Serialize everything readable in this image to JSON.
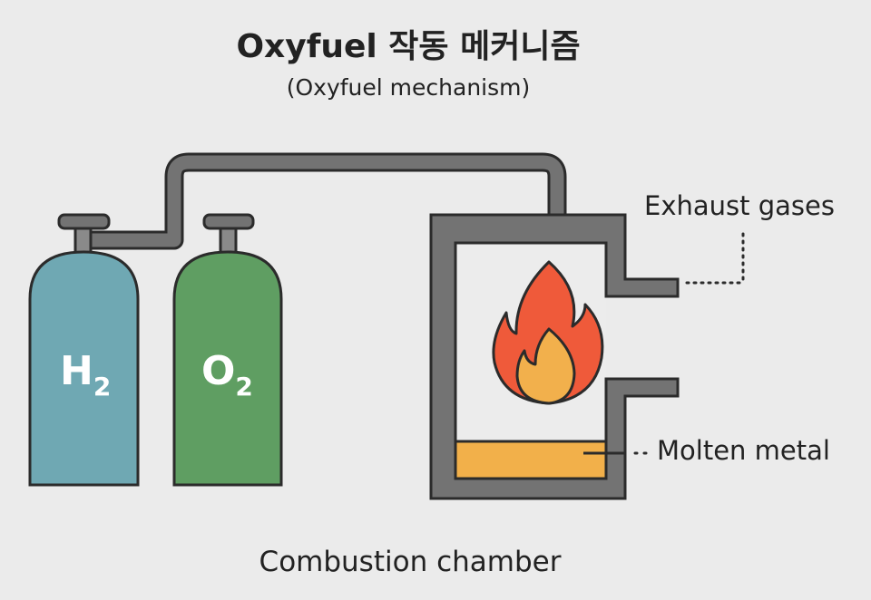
{
  "title": "Oxyfuel 작동 메커니즘",
  "subtitle": "(Oxyfuel mechanism)",
  "tanks": [
    {
      "symbol": "H",
      "subscript": "2",
      "color": "#6fa8b3"
    },
    {
      "symbol": "O",
      "subscript": "2",
      "color": "#5f9e62"
    }
  ],
  "labels": {
    "exhaust": "Exhaust gases",
    "molten": "Molten metal",
    "chamber": "Combustion chamber"
  },
  "colors": {
    "wall": "#737373",
    "flame_outer": "#ef5a3a",
    "flame_inner": "#f2b04c",
    "metal": "#f2b04a"
  }
}
